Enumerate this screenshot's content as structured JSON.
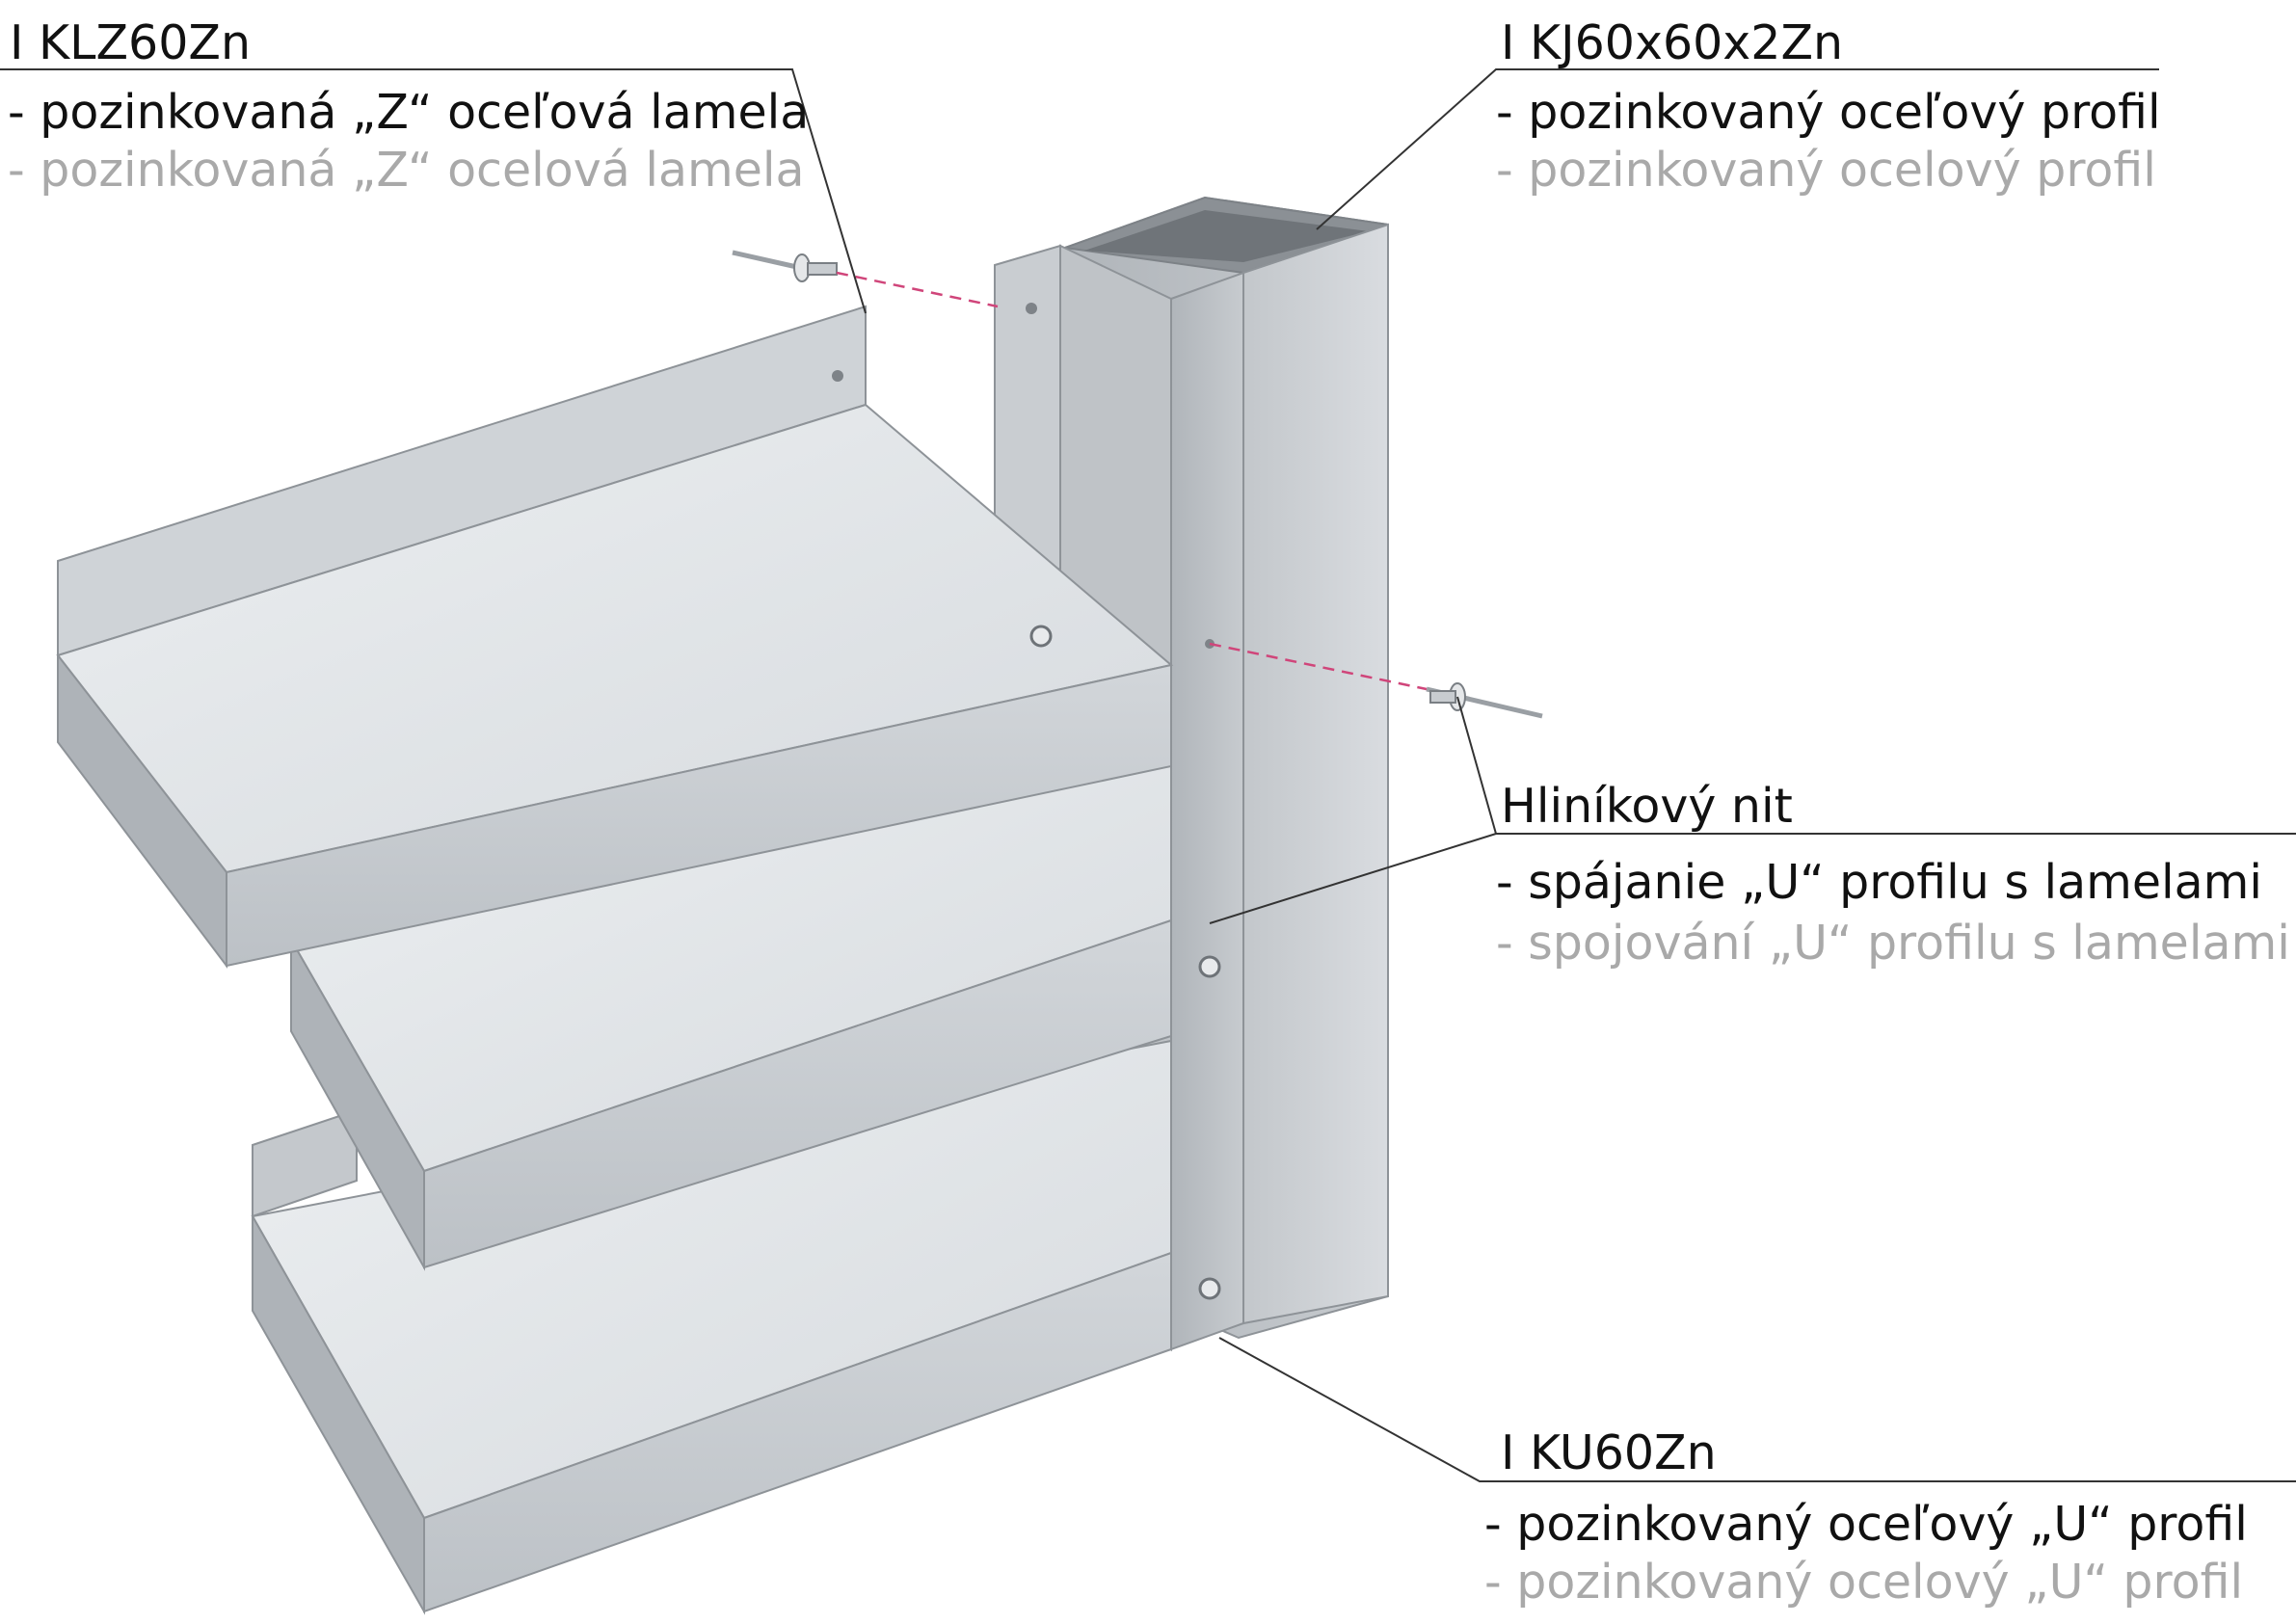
{
  "callouts": {
    "lamella": {
      "code": "I KLZ60Zn",
      "desc_sk": "- pozinkovaná „Z“ oceľová lamela",
      "desc_cz": "- pozinkovaná „Z“ ocelová lamela"
    },
    "square_profile": {
      "code": "I KJ60x60x2Zn",
      "desc_sk": "- pozinkovaný oceľový profil",
      "desc_cz": "- pozinkovaný ocelový profil"
    },
    "rivet": {
      "code": "Hliníkový nit",
      "desc_sk": "- spájanie „U“ profilu s lamelami",
      "desc_cz": "- spojování „U“ profilu s lamelami"
    },
    "u_profile": {
      "code": "I KU60Zn",
      "desc_sk": "- pozinkovaný oceľový „U“ profil",
      "desc_cz": "- pozinkovaný ocelový „U“ profil"
    }
  },
  "colors": {
    "primary_text": "#111111",
    "secondary_text": "#a9a9a9",
    "steel_light": "#e3e6e9",
    "steel_mid": "#c9cdd1",
    "steel_dark": "#9ea3a8",
    "dash_line": "#d0457a"
  }
}
